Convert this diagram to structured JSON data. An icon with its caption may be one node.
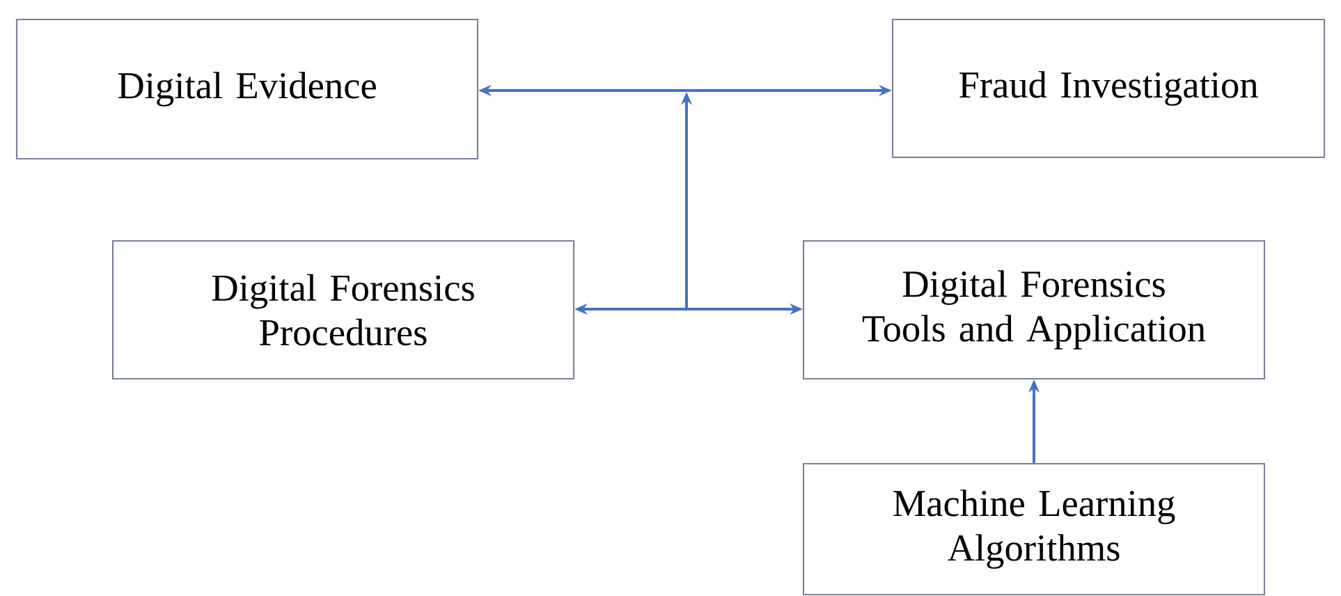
{
  "diagram": {
    "nodes": [
      {
        "text": [
          "Digital Evidence"
        ]
      },
      {
        "text": [
          "Fraud Investigation"
        ]
      },
      {
        "text": [
          "Digital Forensics Procedures"
        ]
      },
      {
        "text": [
          "Digital Forensics Tools and Application"
        ]
      },
      {
        "text": [
          "Machine Learning Algorithms"
        ]
      }
    ],
    "edges": [
      {
        "from": 0,
        "to": 1,
        "arrow": "both"
      },
      {
        "from": 2,
        "to": 3,
        "arrow": "both"
      },
      {
        "from": 4,
        "to": 3,
        "arrow": "to"
      }
    ]
  }
}
